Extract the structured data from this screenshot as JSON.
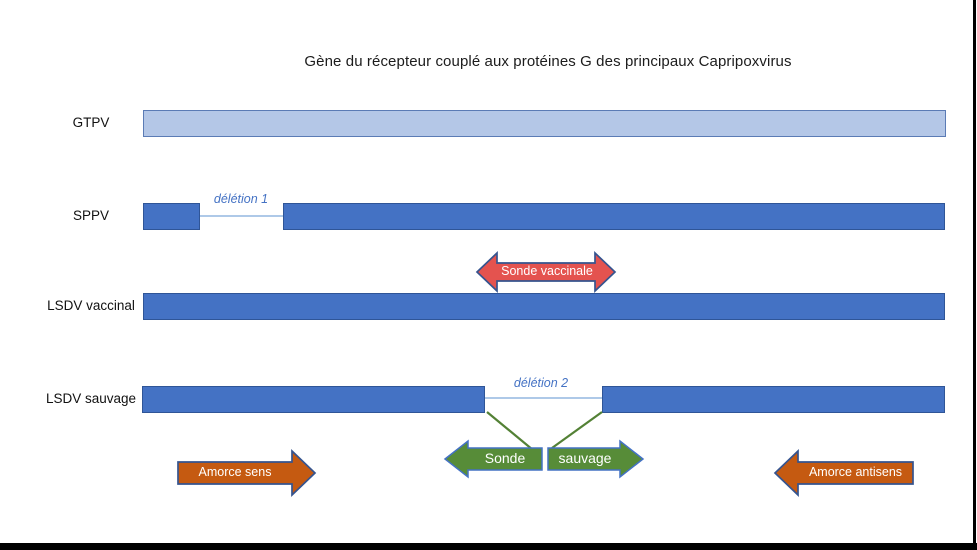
{
  "figure": {
    "title": "Gène du récepteur couplé aux protéines G des principaux Capripoxvirus"
  },
  "rows": [
    {
      "label": "GTPV",
      "segments": 1,
      "deletion": null
    },
    {
      "label": "SPPV",
      "segments": 2,
      "deletion": "délétion 1"
    },
    {
      "label": "LSDV vaccinal",
      "segments": 1,
      "deletion": null
    },
    {
      "label": "LSDV sauvage",
      "segments": 2,
      "deletion": "délétion 2"
    }
  ],
  "markers": {
    "probe_vaccine_label": "Sonde vaccinale",
    "probe_wild_left_label": "Sonde",
    "probe_wild_right_label": "sauvage",
    "primer_forward_label": "Amorce sens",
    "primer_reverse_label": "Amorce antisens"
  },
  "colors": {
    "gene_bar_light_blue": "#b4c7e7",
    "gene_bar_blue": "#4472c4",
    "gene_bar_border": "#2f5597",
    "probe_vaccine_red": "#e4534f",
    "probe_wild_green": "#578c38",
    "primer_orange": "#c55a11",
    "deletion_text_blue": "#4472c4",
    "connector_green": "#538135"
  }
}
